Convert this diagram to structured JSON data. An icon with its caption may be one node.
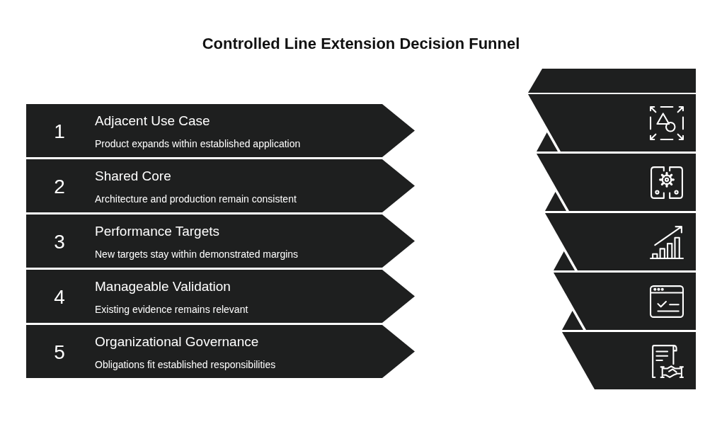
{
  "diagram": {
    "title": "Controlled Line Extension Decision Funnel",
    "nodes": [
      {
        "text": [
          "1",
          "Adjacent Use Case",
          "Product expands within established application"
        ]
      },
      {
        "text": [
          "2",
          "Shared Core",
          "Architecture and production remain consistent"
        ]
      },
      {
        "text": [
          "3",
          "Performance Targets",
          "New targets stay within demonstrated margins"
        ]
      },
      {
        "text": [
          "4",
          "Manageable Validation",
          "Existing evidence remains relevant"
        ]
      },
      {
        "text": [
          "5",
          "Organizational Governance",
          "Obligations fit established responsibilities"
        ]
      }
    ]
  }
}
